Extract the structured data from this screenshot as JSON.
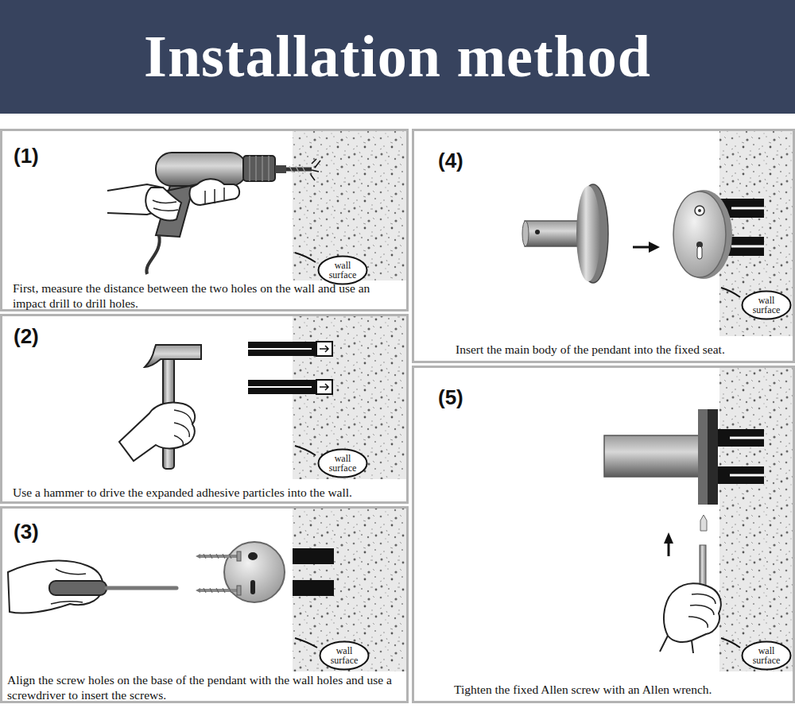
{
  "diagram": {
    "title": "Installation method",
    "nodes": [
      {
        "text": [
          "(1)",
          "First, measure the distance between the two holes on the wall and use an impact drill to drill holes."
        ]
      },
      {
        "text": [
          "wall surface"
        ],
        "in": 0
      },
      {
        "text": [
          "(2)",
          "Use a hammer to drive the expanded adhesive particles into the wall."
        ]
      },
      {
        "text": [
          "wall surface"
        ],
        "in": 2
      },
      {
        "text": [
          "(3)",
          "Align the screw holes on the base of the pendant with the wall holes and use a screwdriver to insert the screws."
        ]
      },
      {
        "text": [
          "wall surface"
        ],
        "in": 4
      },
      {
        "text": [
          "(4)",
          "Insert the main body of the pendant into the fixed seat."
        ]
      },
      {
        "text": [
          "wall surface"
        ],
        "in": 6
      },
      {
        "text": [
          "(5)",
          "Tighten the fixed Allen screw with an Allen wrench."
        ]
      },
      {
        "text": [
          "wall surface"
        ],
        "in": 8
      }
    ]
  }
}
